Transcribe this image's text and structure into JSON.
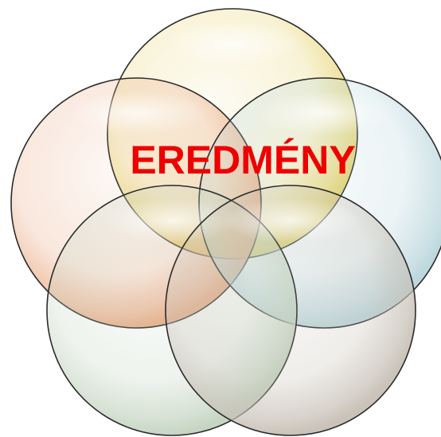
{
  "diagram": {
    "center_label": "EREDMÉNY",
    "label_color": "#ee0000",
    "outline_color": "#2b2b2b",
    "bubbles": [
      {
        "id": "top",
        "color": "#e6d36a"
      },
      {
        "id": "upper-left",
        "color": "#eaaa84"
      },
      {
        "id": "upper-right",
        "color": "#b9d6dc"
      },
      {
        "id": "lower-left",
        "color": "#c3d4c0"
      },
      {
        "id": "lower-right",
        "color": "#c7c0b6"
      }
    ]
  }
}
